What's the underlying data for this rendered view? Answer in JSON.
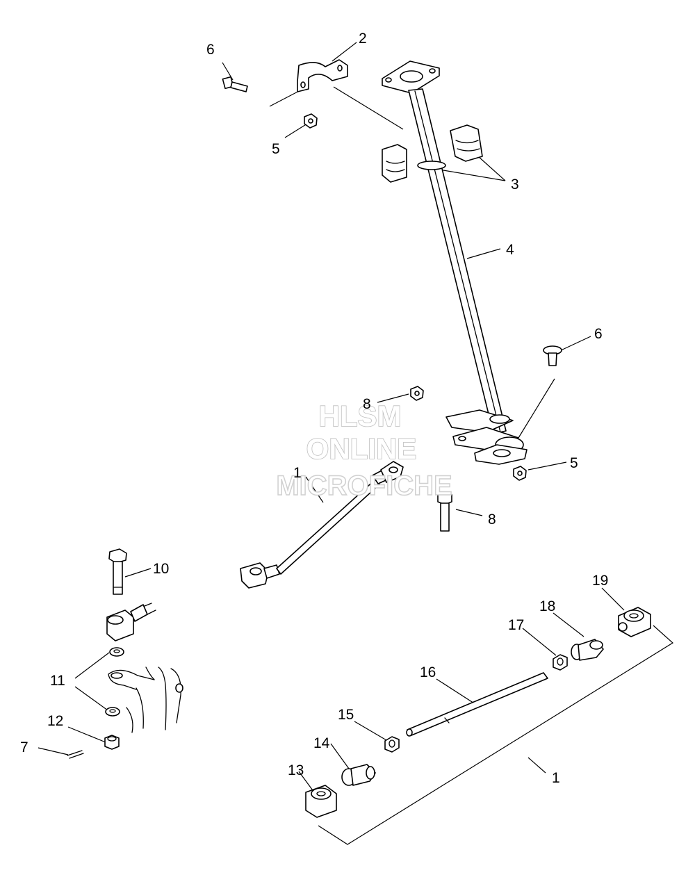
{
  "watermark": {
    "line1": "HLSM",
    "line2": "ONLINE",
    "line3": "MICROFICHE"
  },
  "callouts": [
    {
      "id": "c-2",
      "label": "2"
    },
    {
      "id": "c-6a",
      "label": "6"
    },
    {
      "id": "c-5a",
      "label": "5"
    },
    {
      "id": "c-3",
      "label": "3"
    },
    {
      "id": "c-4",
      "label": "4"
    },
    {
      "id": "c-6b",
      "label": "6"
    },
    {
      "id": "c-8a",
      "label": "8"
    },
    {
      "id": "c-5b",
      "label": "5"
    },
    {
      "id": "c-1a",
      "label": "1"
    },
    {
      "id": "c-8b",
      "label": "8"
    },
    {
      "id": "c-10",
      "label": "10"
    },
    {
      "id": "c-19",
      "label": "19"
    },
    {
      "id": "c-18",
      "label": "18"
    },
    {
      "id": "c-17",
      "label": "17"
    },
    {
      "id": "c-16",
      "label": "16"
    },
    {
      "id": "c-11",
      "label": "11"
    },
    {
      "id": "c-12",
      "label": "12"
    },
    {
      "id": "c-15",
      "label": "15"
    },
    {
      "id": "c-14",
      "label": "14"
    },
    {
      "id": "c-7",
      "label": "7"
    },
    {
      "id": "c-13",
      "label": "13"
    },
    {
      "id": "c-1b",
      "label": "1"
    }
  ]
}
